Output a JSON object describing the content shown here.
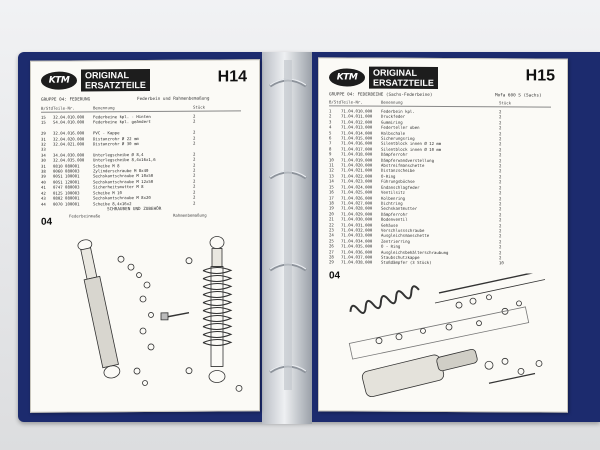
{
  "left_page": {
    "logo": "KTM",
    "brand_line1": "ORIGINAL",
    "brand_line2": "ERSATZTEILE",
    "page_code": "H14",
    "group_title": "GRUPPE 04: FEDERUNG",
    "group_subtitle": "Federbein und Rahmenbemaßung",
    "col_headers": [
      "B/Std",
      "Teile-Nr.",
      "Benennung",
      "Stück"
    ],
    "rows": [
      [
        "15",
        "32.04.010.000",
        "Federbeine kpl. - Hinten",
        "2"
      ],
      [
        "15",
        "54.04.010.000",
        "Federbeine kpl. geändert",
        "2"
      ],
      [
        "",
        "",
        "",
        ""
      ],
      [
        "29",
        "32.04.016.000",
        "PVC - Kappe",
        "2"
      ],
      [
        "31",
        "32.04.020.000",
        "Distanzrohr Ø 22 mm",
        "2"
      ],
      [
        "32",
        "32.04.021.000",
        "Distanzrohr Ø 30 mm",
        "2"
      ],
      [
        "33",
        "",
        "",
        ""
      ],
      [
        "34",
        "34.04.030.000",
        "Unterlegscheibe Ø 8,4",
        "2"
      ],
      [
        "30",
        "32.04.035.000",
        "Unterlegscheibe 8,4x16x1,6",
        "2"
      ],
      [
        "31",
        "0810 080001",
        "Scheibe M 8",
        "2"
      ],
      [
        "38",
        "0060 080003",
        "Zylinderschraube M 8x40",
        "2"
      ],
      [
        "39",
        "0051 100001",
        "Sechskantschraube M 10x50",
        "2"
      ],
      [
        "40",
        "0051 120001",
        "Sechskantschraube M 12x50",
        "2"
      ],
      [
        "41",
        "0747 080003",
        "Sicherheitsmutter M 8",
        "2"
      ],
      [
        "42",
        "0125 100003",
        "Scheibe M 10",
        "2"
      ],
      [
        "43",
        "0802 080001",
        "Sechskantschraube M 8x20",
        "2"
      ],
      [
        "44",
        "0070 100001",
        "Scheibe 8,4x16x2",
        "2"
      ]
    ],
    "section_label": "SCHRAUBEN UND ZUBEHÖR",
    "diagram_number": "04",
    "diagram_left": "Federbeinmaße",
    "diagram_right": "Rahmenbemaßung"
  },
  "right_page": {
    "logo": "KTM",
    "brand_line1": "ORIGINAL",
    "brand_line2": "ERSATZTEILE",
    "page_code": "H15",
    "group_title": "GRUPPE 04: FEDERBEINE (Sachs-Federbeine)",
    "group_note": "Mofa 600 S (Sachs)",
    "col_headers": [
      "B/Std",
      "Teile-Nr.",
      "Benennung",
      "Stück"
    ],
    "rows": [
      [
        "1",
        "71.04.010.000",
        "Federbein kpl.",
        "2"
      ],
      [
        "2",
        "71.04.011.000",
        "Druckfeder",
        "2"
      ],
      [
        "3",
        "71.04.012.000",
        "Gummiring",
        "2"
      ],
      [
        "4",
        "71.04.013.000",
        "Federteller oben",
        "2"
      ],
      [
        "5",
        "71.04.014.000",
        "Halbschale",
        "2"
      ],
      [
        "6",
        "71.04.015.000",
        "Sicherungsring",
        "2"
      ],
      [
        "7",
        "71.04.016.000",
        "Silentblock innen Ø 12 mm",
        "2"
      ],
      [
        "8",
        "71.04.017.000",
        "Silentblock innen Ø 10 mm",
        "2"
      ],
      [
        "9",
        "71.04.018.000",
        "Dämpferrohr",
        "2"
      ],
      [
        "10",
        "71.04.019.000",
        "Dämpferwandverstellung",
        "2"
      ],
      [
        "11",
        "71.04.020.000",
        "Abstreifmanschette",
        "2"
      ],
      [
        "12",
        "71.04.021.000",
        "Distanzscheibe",
        "2"
      ],
      [
        "13",
        "71.04.022.000",
        "O-Ring",
        "2"
      ],
      [
        "14",
        "71.04.023.000",
        "Führungsbüchse",
        "2"
      ],
      [
        "15",
        "71.04.024.000",
        "Endanschlagfeder",
        "2"
      ],
      [
        "16",
        "71.04.025.000",
        "Ventilsitz",
        "2"
      ],
      [
        "17",
        "71.04.026.000",
        "Kolbenring",
        "2"
      ],
      [
        "18",
        "71.04.027.000",
        "Dichtring",
        "2"
      ],
      [
        "19",
        "71.04.028.000",
        "Sechskantmutter",
        "2"
      ],
      [
        "20",
        "71.04.029.000",
        "Dämpferrohr",
        "2"
      ],
      [
        "21",
        "71.04.030.000",
        "Bodenventil",
        "2"
      ],
      [
        "22",
        "71.04.031.000",
        "Gehäuse",
        "2"
      ],
      [
        "23",
        "71.04.032.000",
        "Verschlussschraube",
        "2"
      ],
      [
        "24",
        "71.04.033.000",
        "Ausgleichsmanschette",
        "2"
      ],
      [
        "25",
        "71.04.034.000",
        "Zentrierring",
        "2"
      ],
      [
        "26",
        "71.04.035.000",
        "O - Ring",
        "2"
      ],
      [
        "27",
        "71.04.036.000",
        "Ausgleichsbehälterschraubung",
        "2"
      ],
      [
        "28",
        "71.04.037.000",
        "Staubschutzkappe",
        "2"
      ],
      [
        "29",
        "71.04.038.000",
        "Stoßdämpfer (3 Stück)",
        "10"
      ]
    ],
    "diagram_number": "04"
  },
  "colors": {
    "binder": "#1c2b6e",
    "paper": "#fbfaf6",
    "ink": "#1d1d1d"
  }
}
